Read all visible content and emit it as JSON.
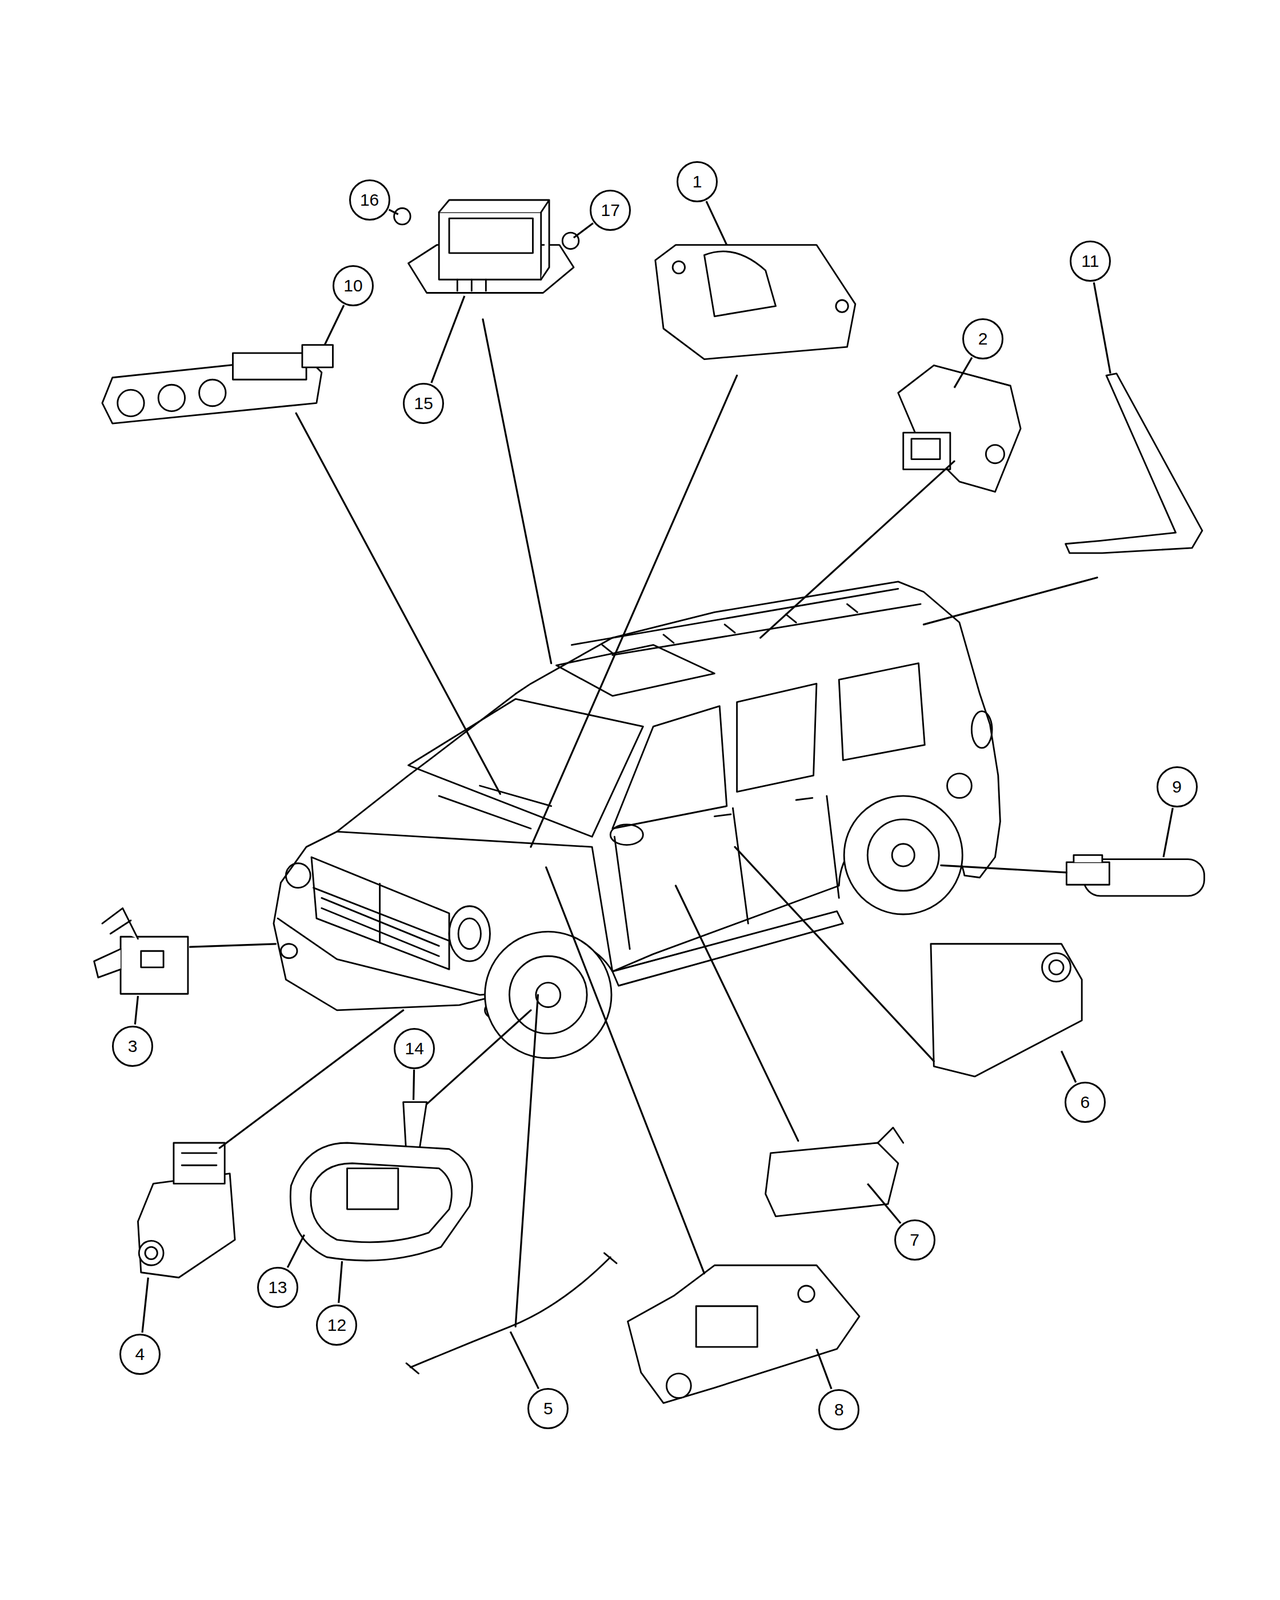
{
  "diagram": {
    "nodes": [
      {
        "text": [
          "1"
        ]
      },
      {
        "text": [
          "16"
        ]
      },
      {
        "text": [
          "17"
        ]
      },
      {
        "text": [
          "11"
        ]
      },
      {
        "text": [
          "10"
        ]
      },
      {
        "text": [
          "2"
        ]
      },
      {
        "text": [
          "15"
        ]
      },
      {
        "text": [
          "9"
        ]
      },
      {
        "text": [
          "3"
        ]
      },
      {
        "text": [
          "14"
        ]
      },
      {
        "text": [
          "6"
        ]
      },
      {
        "text": [
          "7"
        ]
      },
      {
        "text": [
          "13"
        ]
      },
      {
        "text": [
          "12"
        ]
      },
      {
        "text": [
          "4"
        ]
      },
      {
        "text": [
          "5"
        ]
      },
      {
        "text": [
          "8"
        ]
      }
    ]
  }
}
